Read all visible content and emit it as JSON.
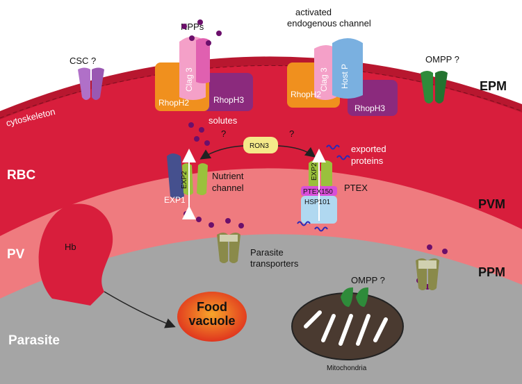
{
  "labels": {
    "npps": "NPPs",
    "activated": "activated",
    "endogenous_channel": "endogenous channel",
    "csc": "CSC ?",
    "ompp_top": "OMPP ?",
    "epm": "EPM",
    "cytoskeleton": "cytoskeleton",
    "rhoph2_a": "RhopH2",
    "clag3_a": "Clag 3",
    "rhoph3_a": "RhopH3",
    "rhoph2_b": "RhopH2",
    "clag3_b": "Clag 3",
    "host_p": "Host P",
    "rhoph3_b": "RhopH3",
    "solutes": "solutes",
    "q1": "?",
    "q2": "?",
    "ron3": "RON3",
    "rbc": "RBC",
    "exp2_a": "EXP2",
    "exp1": "EXP1",
    "nutrient": "Nutrient",
    "channel": "channel",
    "exp2_b": "EXP2",
    "ptex150": "PTEX150",
    "hsp101": "HSP101",
    "ptex": "PTEX",
    "exported": "exported",
    "proteins": "proteins",
    "pvm": "PVM",
    "pv": "PV",
    "hb": "Hb",
    "parasite_transporters_1": "Parasite",
    "parasite_transporters_2": "transporters",
    "ppm": "PPM",
    "food": "Food",
    "vacuole": "vacuole",
    "ompp_mito": "OMPP ?",
    "mitochondria": "Mitochondria",
    "parasite": "Parasite"
  },
  "colors": {
    "rbc": "#d81e3c",
    "epm": "#b8172f",
    "pv": "#ef7b7f",
    "parasite": "#a5a5a5",
    "rhoph2": "#f0901e",
    "clag3": "#f4a0c8",
    "rhoph3": "#8b2a7d",
    "csc": "#b070c8",
    "ompp": "#2e8b3a",
    "exp1": "#45508e",
    "exp2": "#9ac13c",
    "transporter": "#8a8a4a",
    "ptex150": "#d84fd8",
    "hsp101": "#b0d8f0",
    "solute_dots": "#6b0f6b"
  }
}
